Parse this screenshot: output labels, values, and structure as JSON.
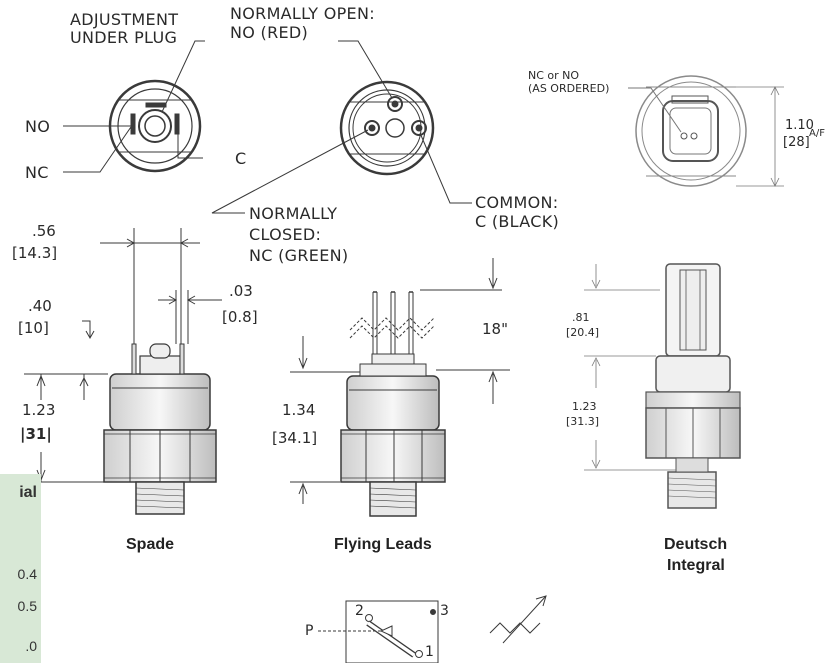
{
  "callouts": {
    "adjustment_line1": "ADJUSTMENT",
    "adjustment_line2": "UNDER PLUG",
    "no_left": "NO",
    "nc_left": "NC",
    "c_left": "C",
    "normally_open_line1": "NORMALLY OPEN:",
    "normally_open_line2": "NO (RED)",
    "common_line1": "COMMON:",
    "common_line2": "C (BLACK)",
    "normally_closed_line1": "NORMALLY",
    "normally_closed_line2": "CLOSED:",
    "normally_closed_line3": "NC (GREEN)",
    "nc_or_no_line1": "NC or NO",
    "nc_or_no_line2": "(AS ORDERED)"
  },
  "dimensions": {
    "spade_width_in": ".56",
    "spade_width_mm": "14.3",
    "spade_height_in": ".40",
    "spade_height_mm": "10",
    "spade_tab_in": ".03",
    "spade_tab_mm": "0.8",
    "spade_body_in": "1.23",
    "spade_body_mm": "31",
    "leads_length": "18\"",
    "leads_body_in": "1.34",
    "leads_body_mm": "34.1",
    "deutsch_top_in": ".81",
    "deutsch_top_mm": "20.4",
    "deutsch_body_in": "1.23",
    "deutsch_body_mm": "31.3",
    "hex_in": "1.10",
    "hex_mm": "28",
    "hex_unit": "A/F"
  },
  "captions": {
    "spade": "Spade",
    "flying_leads": "Flying Leads",
    "deutsch_line1": "Deutsch",
    "deutsch_line2": "Integral"
  },
  "schematic": {
    "pin2": "2",
    "pin3": "3",
    "pin1": "1",
    "pressure": "P"
  },
  "side_panel": {
    "heading_fragment": "ial",
    "row1": "0.4",
    "row2": "0.5",
    "row3": ".0"
  },
  "colors": {
    "line": "#3a3a3a",
    "panel": "#d8e8d6",
    "body_fill": "#f2f2f2"
  }
}
